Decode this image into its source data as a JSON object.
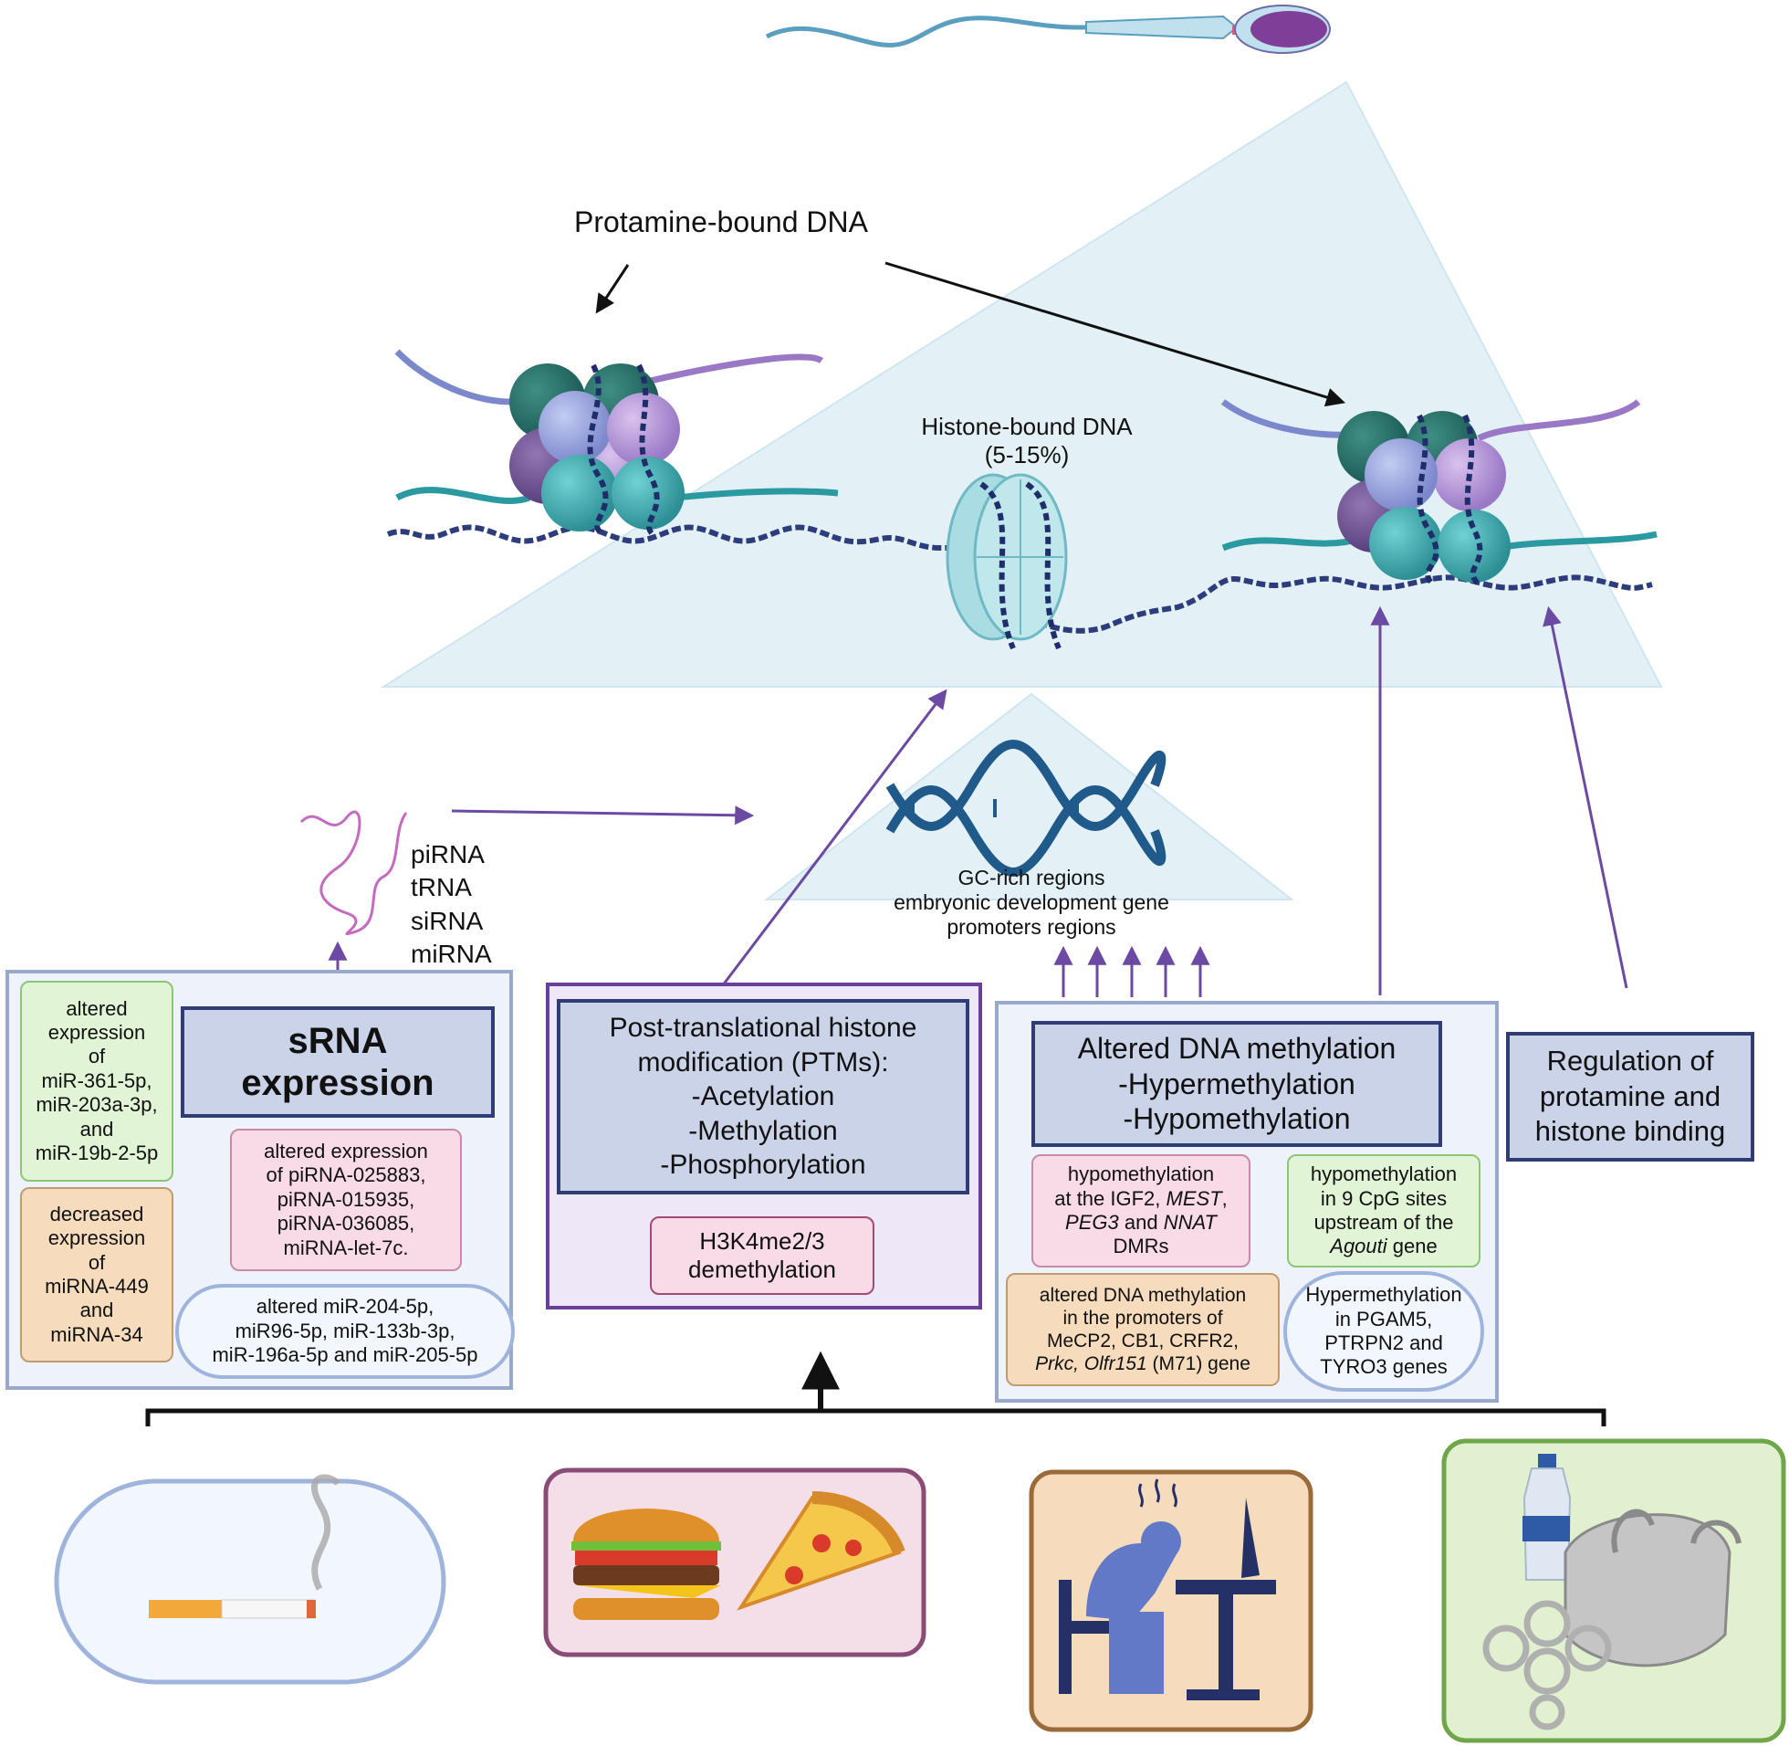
{
  "top": {
    "protamine_label": "Protamine-bound DNA",
    "histone_label_line1": "Histone-bound DNA",
    "histone_label_line2": "(5-15%)",
    "gc_line1": "GC-rich regions",
    "gc_line2": "embryonic development gene",
    "gc_line3": "promoters regions"
  },
  "rna_types": [
    "piRNA",
    "tRNA",
    "siRNA",
    "miRNA"
  ],
  "srna_panel": {
    "title_line1": "sRNA",
    "title_line2": "expression",
    "green_box": [
      "altered",
      "expression",
      "of",
      "miR-361-5p,",
      "miR-203a-3p,",
      "and",
      "miR-19b-2-5p"
    ],
    "orange_box": [
      "decreased",
      "expression",
      "of",
      "miRNA-449",
      "and",
      "miRNA-34"
    ],
    "pink_box": [
      "altered expression",
      "of piRNA-025883,",
      "piRNA-015935,",
      "piRNA-036085,",
      "miRNA-let-7c."
    ],
    "oval_box": [
      "altered miR-204-5p,",
      "miR96-5p, miR-133b-3p,",
      "miR-196a-5p and miR-205-5p"
    ]
  },
  "ptm_panel": {
    "title": [
      "Post-translational histone",
      "modification (PTMs):",
      "-Acetylation",
      "-Methylation",
      "-Phosphorylation"
    ],
    "h3k4": [
      "H3K4me2/3",
      "demethylation"
    ]
  },
  "methylation_panel": {
    "title": [
      "Altered DNA methylation",
      "-Hypermethylation",
      "-Hypomethylation"
    ],
    "pink_box": {
      "line1": "hypomethylation",
      "line2_a": "at the IGF2, ",
      "line2_b": "MEST",
      "line2_c": ",",
      "line3_a": "PEG3",
      "line3_b": " and ",
      "line3_c": "NNAT",
      "line4": "DMRs"
    },
    "green_box": {
      "line1": "hypomethylation",
      "line2": "in 9 CpG sites",
      "line3": "upstream of the",
      "line4_a": "Agouti",
      "line4_b": " gene"
    },
    "orange_box": {
      "line1": "altered DNA methylation",
      "line2": "in the promoters of",
      "line3": "MeCP2,  CB1, CRFR2,",
      "line4_a": "Prkc, Olfr151",
      "line4_b": " (M71) gene"
    },
    "oval_box": [
      "Hypermethylation",
      "in PGAM5,",
      "PTRPN2 and",
      "TYRO3 genes"
    ]
  },
  "regulation_box": [
    "Regulation of",
    "protamine and",
    "histone binding"
  ],
  "colors": {
    "panel_border": "#98a9cc",
    "title_fill": "#cbd3e8",
    "ptm_border": "#6a3f98",
    "arrow_purple": "#6c4aa3",
    "triangle": "#e3f1f7"
  },
  "icons": [
    "sperm-icon",
    "nucleosome-icon",
    "dna-helix-icon",
    "rna-strand-icon",
    "cigarette-icon",
    "burger-icon",
    "pizza-icon",
    "stressed-person-icon",
    "plastic-bottle-icon",
    "plastic-bag-icon"
  ]
}
